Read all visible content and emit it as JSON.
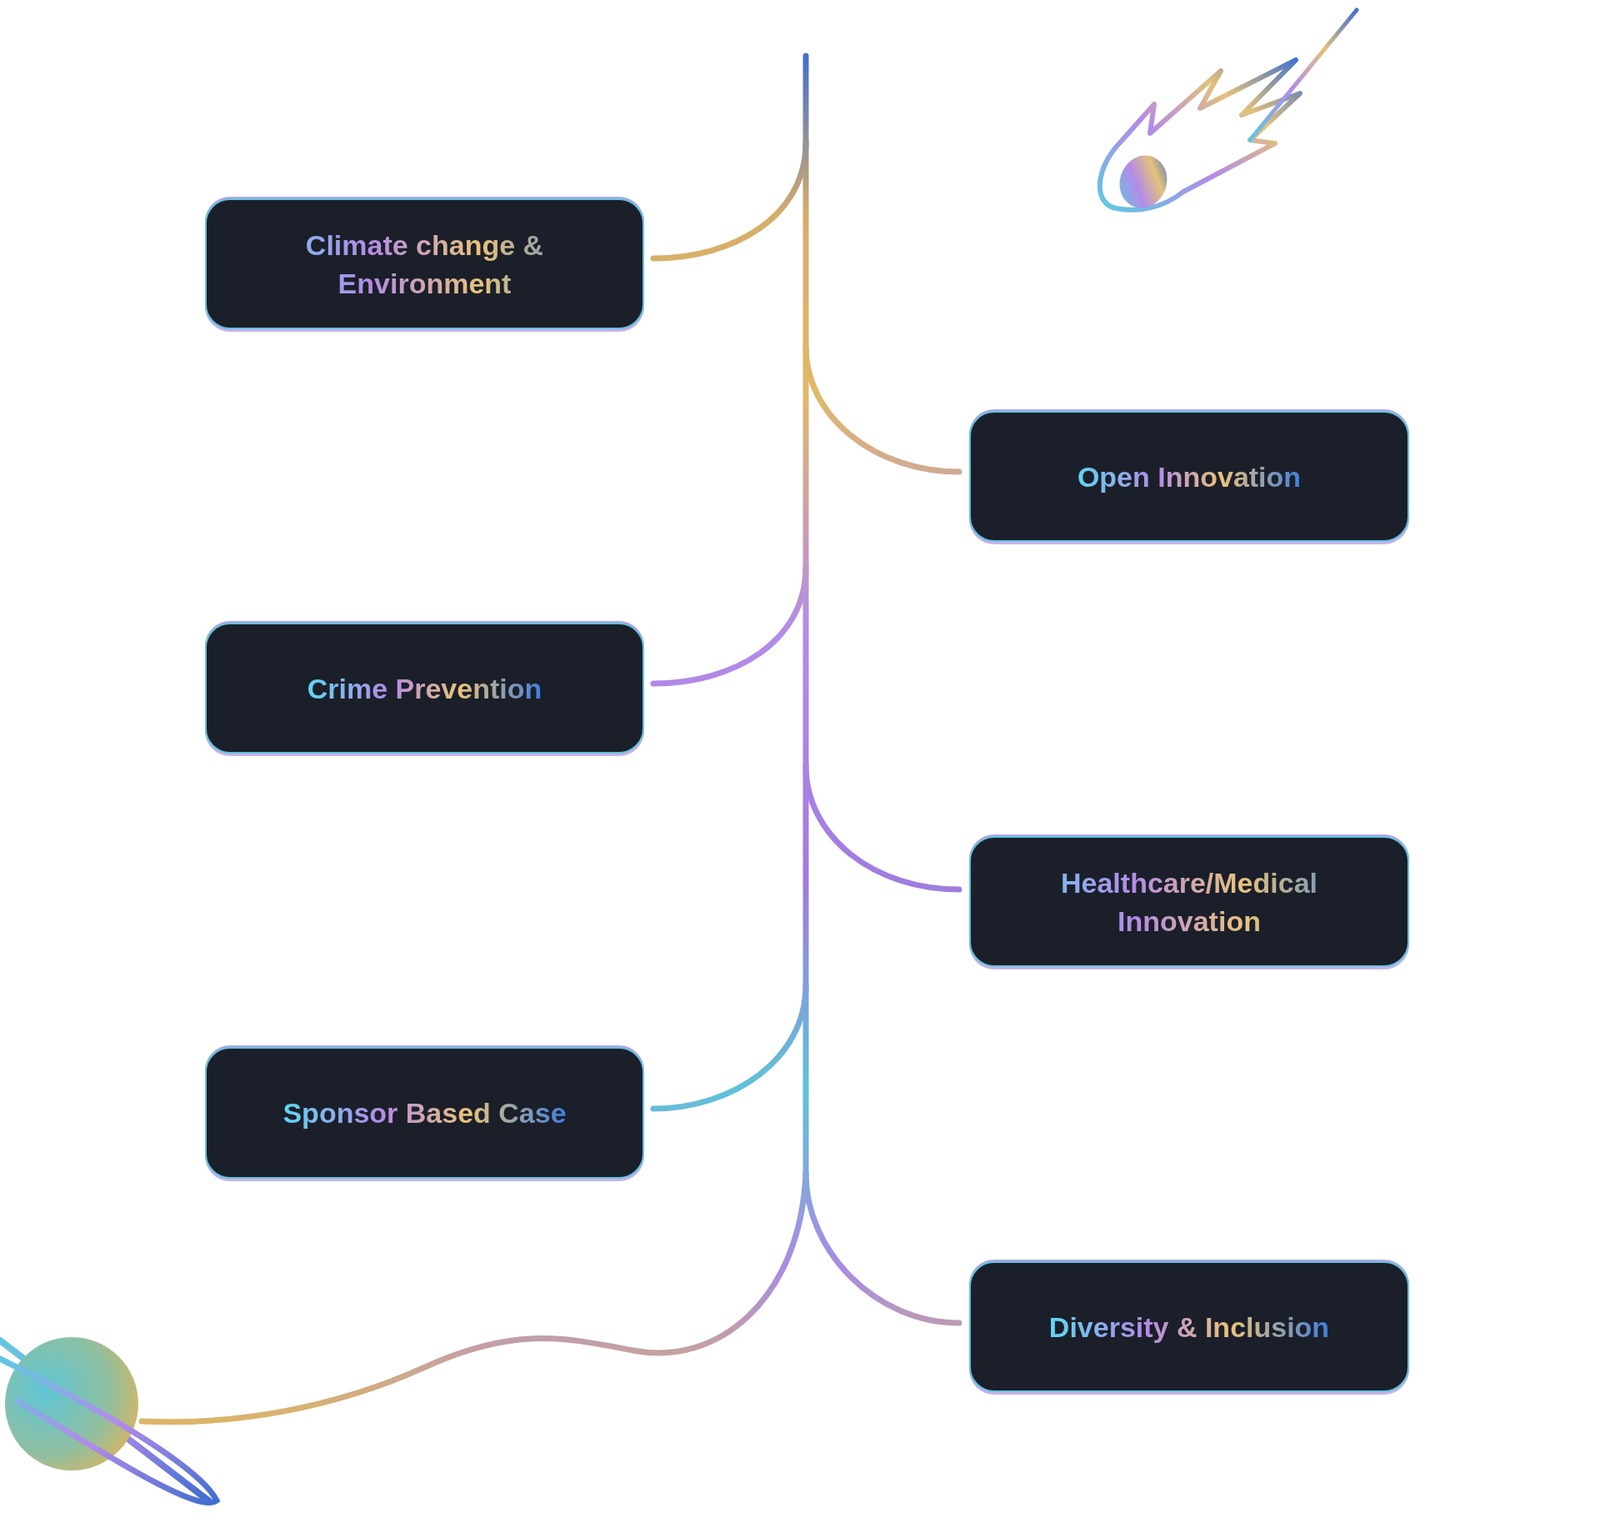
{
  "diagram": {
    "nodes": [
      {
        "text": [
          "Climate change & Environment"
        ]
      },
      {
        "text": [
          "Open Innovation"
        ]
      },
      {
        "text": [
          "Crime Prevention"
        ]
      },
      {
        "text": [
          "Healthcare/Medical Innovation"
        ]
      },
      {
        "text": [
          "Sponsor Based Case"
        ]
      },
      {
        "text": [
          "Diversity & Inclusion"
        ]
      }
    ]
  }
}
